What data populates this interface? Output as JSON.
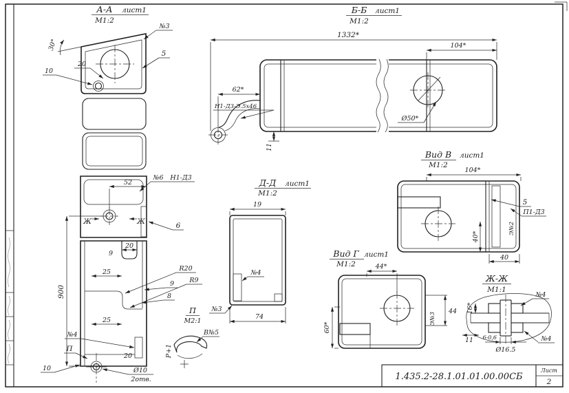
{
  "frame": {
    "code": "1.435.2-28.1.01.01.00.00СБ",
    "sheet_word": "Лист",
    "sheet_num": "2"
  },
  "view_aa": {
    "title": "А-А",
    "sheet": "лист1",
    "scale": "М1:2",
    "callout_no3": "№3",
    "pos5": "5",
    "dim_30deg": "30°",
    "dim_20_top": "20",
    "dim_10_top": "10",
    "dim_52": "52",
    "callout_no6": "№6",
    "callout_weld_n1d3": "Н1-Д3",
    "sec_zh_left": "Ж",
    "sec_zh_right": "Ж",
    "pos6": "6",
    "dim_900": "900",
    "dim_20_mid": "20",
    "dim_9_mid": "9",
    "rad_r20": "R20",
    "rad_r9": "R9",
    "dim_25_mid": "25",
    "pos9": "9",
    "pos8": "8",
    "dim_25_low": "25",
    "callout_no4": "№4",
    "detail_p_mark": "П",
    "dim_20_bot": "20",
    "dim_10_bot": "10",
    "dia_10": "Ø10",
    "holes_2": "2отв."
  },
  "view_bb": {
    "title": "Б-Б",
    "sheet": "лист1",
    "scale": "М1:2",
    "dim_1332": "1332*",
    "dim_104": "104*",
    "dim_62": "62*",
    "weld_callout": "Н1-Д3-Э.5х46",
    "dia_50": "Ø50*",
    "dim_11": "11"
  },
  "view_v": {
    "title": "Вид В",
    "sheet": "лист1",
    "scale": "М1:2",
    "dim_104": "104*",
    "pos5": "5",
    "weld_p1d3": "П1-Д3",
    "weld_e2": "Э№2",
    "dim_40": "40",
    "dim_40s": "40*"
  },
  "view_dd": {
    "title": "Д-Д",
    "sheet": "лист1",
    "scale": "М1:2",
    "dim_19": "19",
    "callout_no4": "№4",
    "callout_no3": "№3",
    "dim_74": "74",
    "detail_title": "П",
    "detail_scale": "М2:1",
    "weld_v5": "В№5",
    "dim_r1": "Р+1"
  },
  "view_g": {
    "title": "Вид Г",
    "sheet": "лист1",
    "scale": "М1:2",
    "dim_44s": "44*",
    "dim_60s": "60*",
    "weld_e3": "Э№3",
    "dim_44": "44"
  },
  "view_zhzh": {
    "title": "Ж-Ж",
    "scale": "М1:1",
    "callout_no4_top": "№4",
    "callout_no4_bot": "№4",
    "dim_16s": "16*",
    "dim_11": "11",
    "dim_tol": "6-0,6",
    "dia_165": "Ø16.5"
  }
}
